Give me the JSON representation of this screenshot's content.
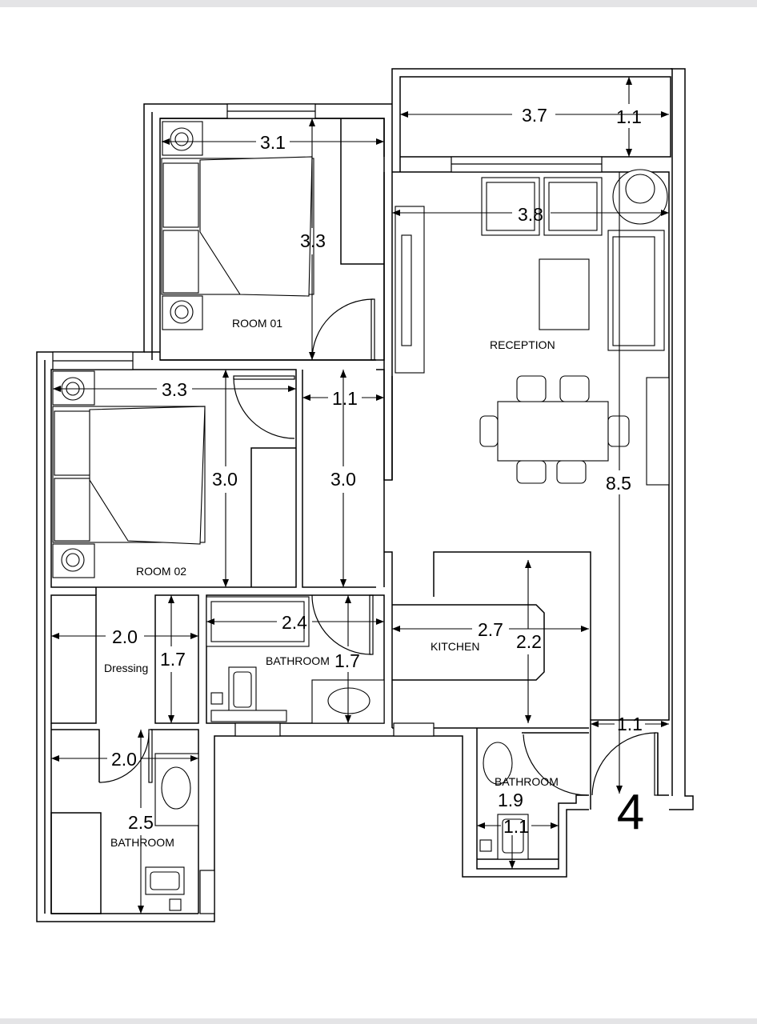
{
  "unit_number": "4",
  "rooms": {
    "room_01": "ROOM 01",
    "room_02": "ROOM 02",
    "reception": "RECEPTION",
    "kitchen": "KITCHEN",
    "dressing": "Dressing",
    "bathroom_main": "BATHROOM",
    "bathroom_right": "BATHROOM",
    "bathroom_left": "BATHROOM"
  },
  "dimensions": {
    "balcony_width": "3.7",
    "balcony_depth": "1.1",
    "room01_width": "3.1",
    "room01_length": "3.3",
    "reception_width": "3.8",
    "reception_length": "8.5",
    "room02_width": "3.3",
    "room02_length": "3.0",
    "corridor_width": "1.1",
    "corridor_length": "3.0",
    "dressing_width": "2.0",
    "dressing_length": "1.7",
    "bath_main_width": "2.4",
    "bath_main_length": "1.7",
    "kitchen_width": "2.7",
    "kitchen_length": "2.2",
    "bath_right_width": "1.1",
    "bath_right_length": "1.9",
    "entry_width": "1.1",
    "bath_left_width": "2.0",
    "bath_left_length": "2.5"
  }
}
